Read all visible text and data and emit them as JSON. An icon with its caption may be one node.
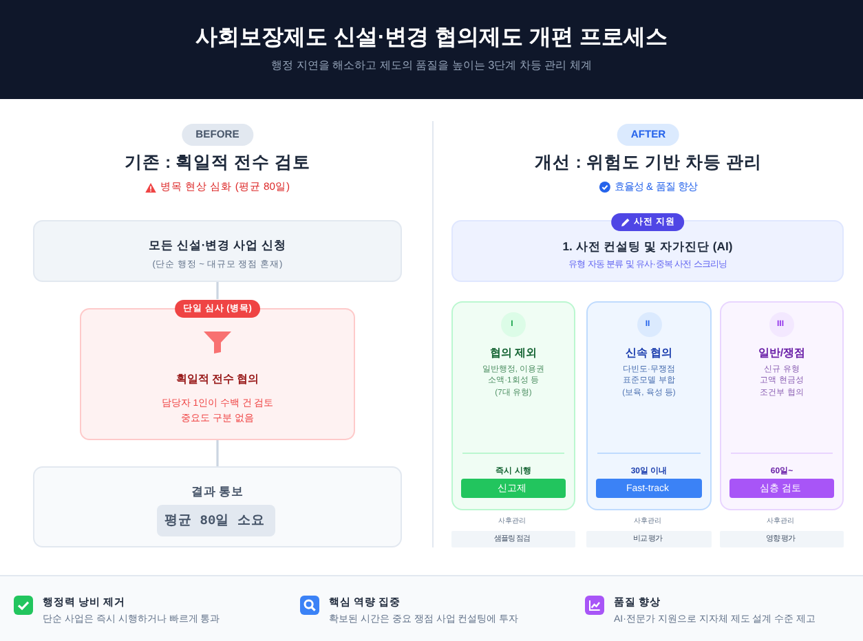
{
  "diagram": {
    "title": "사회보장제도 신설·변경 협의제도 개편 프로세스",
    "nodes": [
      {
        "text": [
          "모든 신설·변경 사업 신청",
          "(단순 행정 ~ 대규모 쟁점 혼재)"
        ]
      },
      {
        "text": [
          "단일 심사 (병목)",
          "획일적 전수 협의",
          "담당자 1인이 수백 건 검토 중요도 구분 없음"
        ]
      },
      {
        "text": [
          "결과 통보"
        ]
      },
      {
        "text": [
          "평균 80일 소요"
        ],
        "in": 2
      },
      {
        "text": [
          "사전 지원",
          "1. 사전 컨설팅 및 자가진단 (AI)",
          "유형 자동 분류 및 유사·중복 사전 스크리닝"
        ]
      },
      {
        "text": [
          "협의 제외",
          "일반행정, 이용권 소액·1회성 등 (7대 유형)",
          "즉시 시행"
        ]
      },
      {
        "text": [
          "I"
        ],
        "in": 5
      },
      {
        "text": [
          "신고제"
        ],
        "in": 5
      },
      {
        "text": [
          "신속 협의",
          "다빈도·무쟁점 표준모델 부합 (보육, 육성 등)",
          "30일 이내"
        ]
      },
      {
        "text": [
          "II"
        ],
        "in": 8
      },
      {
        "text": [
          "Fast-track"
        ],
        "in": 8
      },
      {
        "text": [
          "일반/쟁점",
          "신규 유형 고액 현금성 조건부 협의",
          "60일~"
        ]
      },
      {
        "text": [
          "III"
        ],
        "in": 11
      },
      {
        "text": [
          "심층 검토"
        ],
        "in": 11
      },
      {
        "text": [
          "사후관리",
          "샘플링 점검"
        ]
      },
      {
        "text": [
          "사후관리",
          "비교 평가"
        ]
      },
      {
        "text": [
          "사후관리",
          "영향 평가"
        ]
      }
    ],
    "edges": [
      {
        "from": 0,
        "to": 1,
        "arrow": "none"
      },
      {
        "from": 1,
        "to": 2,
        "arrow": "none"
      }
    ],
    "labels": [
      "행정 지연을 해소하고 제도의 품질을 높이는 3단계 차등 관리 체계",
      "BEFORE",
      "기존 : 획일적 전수 검토",
      "병목 현상 심화 (평균 80일)",
      "AFTER",
      "개선 : 위험도 기반 차등 관리",
      "효율성 & 품질 향상",
      "행정력 낭비 제거",
      "단순 사업은 즉시 시행하거나 빠르게 통과",
      "핵심 역량 집중",
      "확보된 시간은 중요 쟁점 사업 컨설팅에 투자",
      "품질 향상",
      "AI·전문가 지원으로 지자체 제도 설계 수준 제고"
    ]
  }
}
